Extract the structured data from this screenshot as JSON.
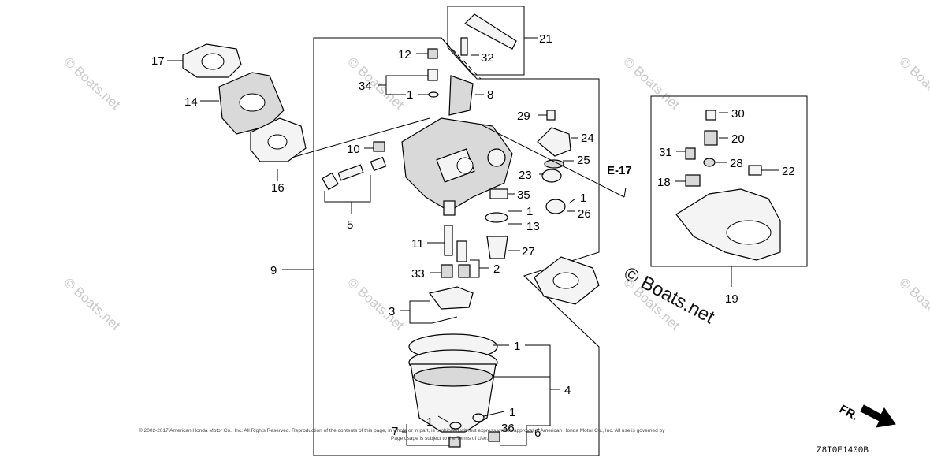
{
  "watermark": "© Boats.net",
  "center_watermark": "© Boats.net",
  "diagram_code": "Z8T0E1400B",
  "front_marker": "FR.",
  "section_ref": "E-17",
  "copyright_line1": "© 2002-2017 American Honda Motor Co., Inc. All Rights Reserved. Reproduction of the contents of this page, in whole or in part, is prohibited without express written approval of American Honda Motor Co., Inc. All use is governed by",
  "copyright_line2": "Page usage is subject to the Terms of Use.",
  "part_labels": [
    "1",
    "2",
    "3",
    "4",
    "5",
    "6",
    "7",
    "8",
    "9",
    "10",
    "11",
    "12",
    "13",
    "14",
    "16",
    "17",
    "18",
    "19",
    "20",
    "21",
    "22",
    "23",
    "24",
    "25",
    "26",
    "27",
    "28",
    "29",
    "30",
    "31",
    "32",
    "33",
    "34",
    "35",
    "36"
  ],
  "callouts": {
    "p17": "17",
    "p14": "14",
    "p16": "16",
    "p12": "12",
    "p32": "32",
    "p21": "21",
    "p34": "34",
    "p1a": "1",
    "p8": "8",
    "p29": "29",
    "p24": "24",
    "p10": "10",
    "p25": "25",
    "p23": "23",
    "p1b": "1",
    "p35": "35",
    "p26": "26",
    "p1c": "1",
    "p13": "13",
    "p5": "5",
    "p11": "11",
    "p27": "27",
    "p9": "9",
    "p33": "33",
    "p2": "2",
    "p3": "3",
    "p1d": "1",
    "p4": "4",
    "p1e": "1",
    "p1f": "1",
    "p7": "7",
    "p36": "36",
    "p6": "6",
    "p30": "30",
    "p20": "20",
    "p31": "31",
    "p28": "28",
    "p22": "22",
    "p18": "18",
    "p19": "19"
  }
}
